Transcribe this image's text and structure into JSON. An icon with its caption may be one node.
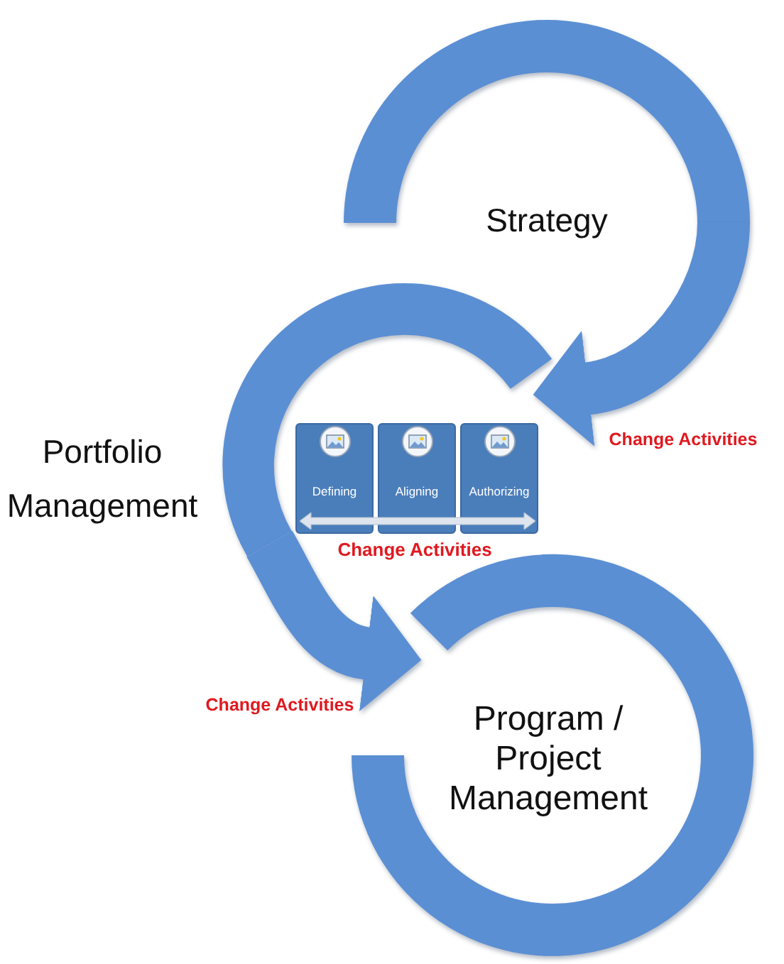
{
  "diagram": {
    "nodes": [
      {
        "text": [
          "Strategy"
        ]
      },
      {
        "text": [
          "Portfolio Management"
        ]
      },
      {
        "text": [
          "Defining"
        ],
        "in": 1
      },
      {
        "text": [
          "Aligning"
        ],
        "in": 1
      },
      {
        "text": [
          "Authorizing"
        ],
        "in": 1
      },
      {
        "text": [
          "Program / Project Management"
        ]
      }
    ],
    "edges": [
      {
        "from": 0,
        "to": 1,
        "arrow": "to",
        "label": "Change Activities"
      },
      {
        "from": 1,
        "to": 5,
        "arrow": "to",
        "label": "Change Activities"
      }
    ],
    "labels": [
      "Change Activities"
    ]
  }
}
